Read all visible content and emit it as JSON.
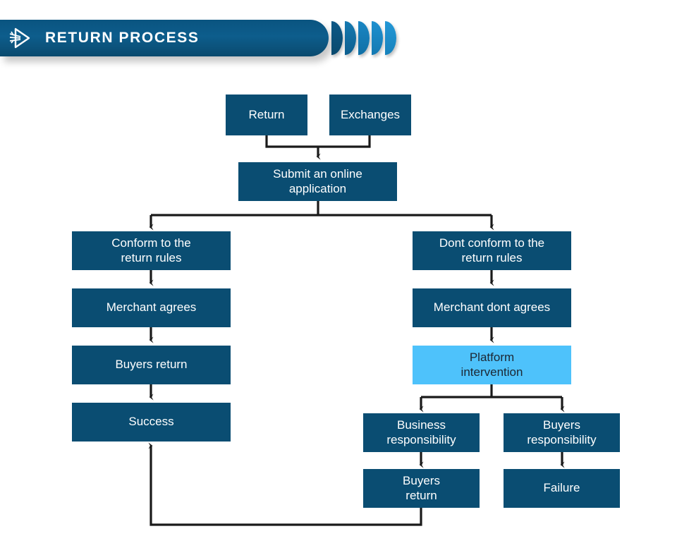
{
  "header": {
    "title": "RETURN PROCESS",
    "logo_icon": "play-triangle-arrow-logo-icon",
    "bar_color": "#0a5480",
    "accent_shapes": [
      "#0a4a6e",
      "#10699f",
      "#1276ad",
      "#1785c0",
      "#1e90cf"
    ]
  },
  "colors": {
    "node_dark": "#0a4d72",
    "node_light": "#4ec2fb",
    "connector": "#1a1a1a",
    "page_background": "#ffffff"
  },
  "chart_data": {
    "type": "diagram",
    "title": "RETURN PROCESS",
    "nodes": [
      {
        "id": "return",
        "label": "Return",
        "style": "dark"
      },
      {
        "id": "exchanges",
        "label": "Exchanges",
        "style": "dark"
      },
      {
        "id": "submit",
        "label": "Submit an online\napplication",
        "style": "dark"
      },
      {
        "id": "conform",
        "label": "Conform to the\nreturn rules",
        "style": "dark"
      },
      {
        "id": "dont_conform",
        "label": "Dont conform to the\nreturn rules",
        "style": "dark"
      },
      {
        "id": "merchant_agrees",
        "label": "Merchant agrees",
        "style": "dark"
      },
      {
        "id": "merchant_dont_agrees",
        "label": "Merchant dont agrees",
        "style": "dark"
      },
      {
        "id": "buyers_return_left",
        "label": "Buyers return",
        "style": "dark"
      },
      {
        "id": "platform",
        "label": "Platform\nintervention",
        "style": "light"
      },
      {
        "id": "success",
        "label": "Success",
        "style": "dark"
      },
      {
        "id": "business_resp",
        "label": "Business\nresponsibility",
        "style": "dark"
      },
      {
        "id": "buyers_resp",
        "label": "Buyers\nresponsibility",
        "style": "dark"
      },
      {
        "id": "buyers_return_right",
        "label": "Buyers\nreturn",
        "style": "dark"
      },
      {
        "id": "failure",
        "label": "Failure",
        "style": "dark"
      }
    ],
    "edges": [
      {
        "from": "return",
        "to": "submit"
      },
      {
        "from": "exchanges",
        "to": "submit"
      },
      {
        "from": "submit",
        "to": "conform"
      },
      {
        "from": "submit",
        "to": "dont_conform"
      },
      {
        "from": "conform",
        "to": "merchant_agrees"
      },
      {
        "from": "merchant_agrees",
        "to": "buyers_return_left"
      },
      {
        "from": "buyers_return_left",
        "to": "success"
      },
      {
        "from": "dont_conform",
        "to": "merchant_dont_agrees"
      },
      {
        "from": "merchant_dont_agrees",
        "to": "platform"
      },
      {
        "from": "platform",
        "to": "business_resp"
      },
      {
        "from": "platform",
        "to": "buyers_resp"
      },
      {
        "from": "business_resp",
        "to": "buyers_return_right"
      },
      {
        "from": "buyers_resp",
        "to": "failure"
      },
      {
        "from": "buyers_return_right",
        "to": "success"
      }
    ]
  }
}
